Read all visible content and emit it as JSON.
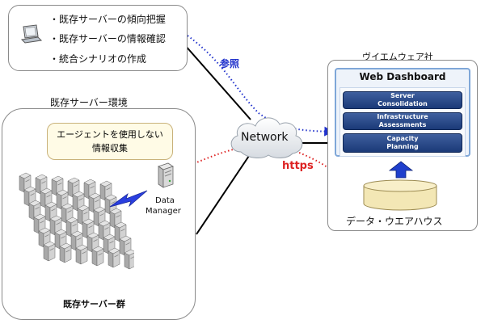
{
  "tasks": [
    "・既存サーバーの傾向把握",
    "・既存サーバーの情報確認",
    "・統合シナリオの作成"
  ],
  "left_env": {
    "title": "既存サーバー環境",
    "group_label": "既存サーバー群"
  },
  "bubble": {
    "line1": "エージェントを使用しない",
    "line2": "情報収集"
  },
  "data_manager": {
    "line1": "Data",
    "line2": "Manager"
  },
  "network_label": "Network",
  "reference_label": "参照",
  "https_label": "https",
  "vmware": {
    "title": "ヴイエムウェア社",
    "dashboard_title": "Web Dashboard",
    "menu": [
      {
        "line1": "Server",
        "line2": "Consolidation"
      },
      {
        "line1": "Infrastructure",
        "line2": "Assessments"
      },
      {
        "line1": "Capacity",
        "line2": "Planning"
      }
    ],
    "warehouse_label": "データ・ウエアハウス"
  },
  "colors": {
    "reference": "#2233cc",
    "https": "#dd2222",
    "dashboard_border": "#7fa7d8",
    "arrow": "#1f3fcc"
  }
}
